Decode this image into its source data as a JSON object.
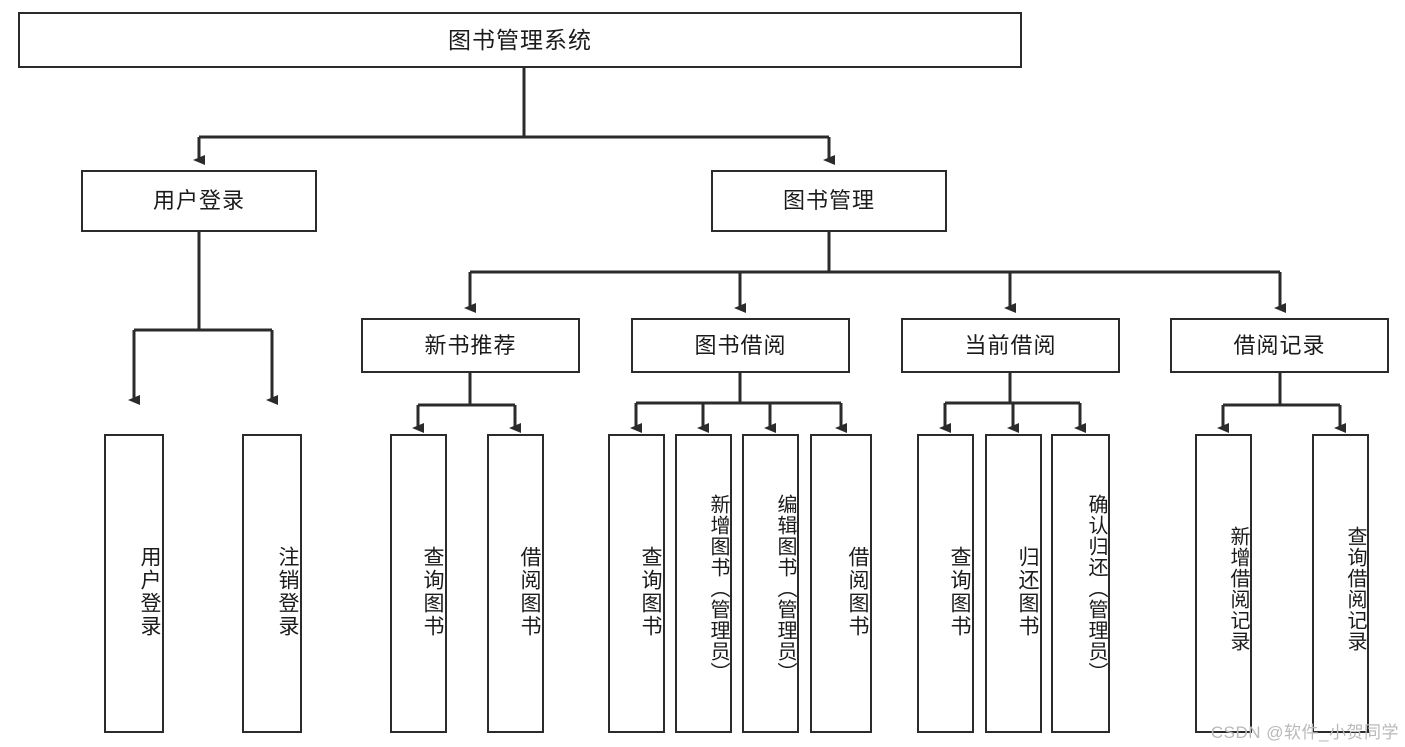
{
  "diagram": {
    "type": "tree-hierarchy-chart",
    "title": "图书管理系统",
    "watermark": "CSDN @软件_小贺同学",
    "colors": {
      "box_border": "#2b2b2b",
      "box_fill": "#ffffff",
      "connector": "#2b2b2b",
      "text": "#1b1b1b",
      "watermark": "#b9b9b9",
      "background": "#ffffff"
    },
    "nodes": {
      "root": {
        "label": "图书管理系统"
      },
      "level1": [
        {
          "id": "user-login",
          "label": "用户登录"
        },
        {
          "id": "book-manage",
          "label": "图书管理"
        }
      ],
      "level2": [
        {
          "id": "new-book-recommend",
          "label": "新书推荐"
        },
        {
          "id": "book-borrow",
          "label": "图书借阅"
        },
        {
          "id": "current-borrow",
          "label": "当前借阅"
        },
        {
          "id": "borrow-record",
          "label": "借阅记录"
        }
      ],
      "leaves": {
        "user-login": [
          {
            "id": "leaf-user-login",
            "label": "用户登录"
          },
          {
            "id": "leaf-logout",
            "label": "注销登录"
          }
        ],
        "new-book-recommend": [
          {
            "id": "leaf-query-book-1",
            "label": "查询图书"
          },
          {
            "id": "leaf-borrow-book-1",
            "label": "借阅图书"
          }
        ],
        "book-borrow": [
          {
            "id": "leaf-query-book-2",
            "label": "查询图书"
          },
          {
            "id": "leaf-add-book",
            "label": "新增图书（管理员）"
          },
          {
            "id": "leaf-edit-book",
            "label": "编辑图书（管理员）"
          },
          {
            "id": "leaf-borrow-book-2",
            "label": "借阅图书"
          }
        ],
        "current-borrow": [
          {
            "id": "leaf-query-book-3",
            "label": "查询图书"
          },
          {
            "id": "leaf-return-book",
            "label": "归还图书"
          },
          {
            "id": "leaf-confirm-return",
            "label": "确认归还（管理员）"
          }
        ],
        "borrow-record": [
          {
            "id": "leaf-add-record",
            "label": "新增借阅记录"
          },
          {
            "id": "leaf-query-record",
            "label": "查询借阅记录"
          }
        ]
      }
    }
  }
}
